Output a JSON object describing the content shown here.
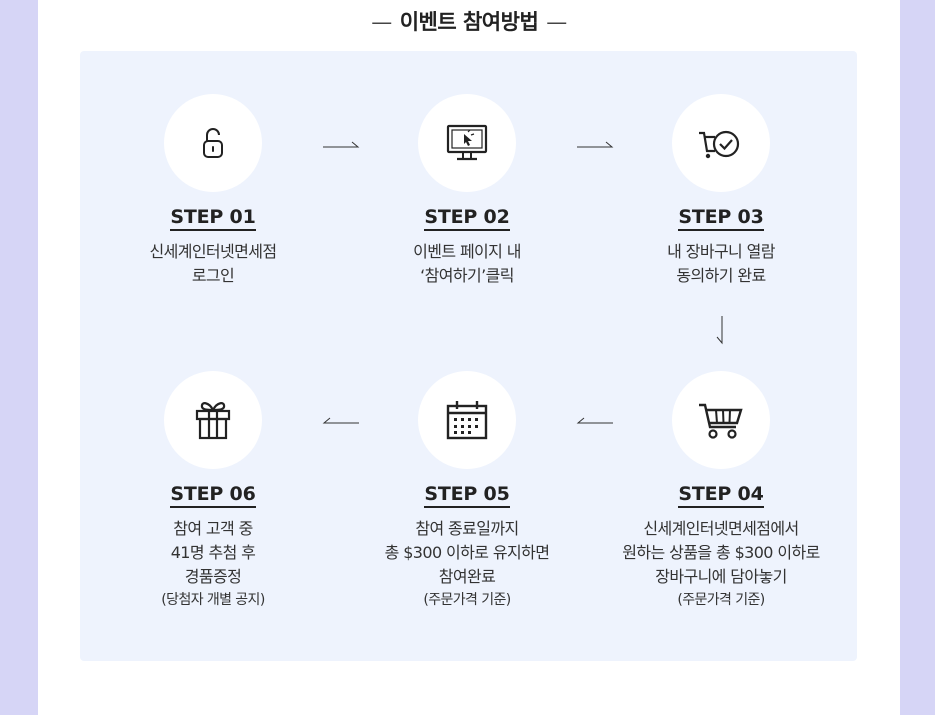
{
  "heading": {
    "dash_left": "—",
    "title": "이벤트 참여방법",
    "dash_right": "—"
  },
  "steps": [
    {
      "label": "STEP 01",
      "lines": [
        "신세계인터넷면세점",
        "로그인"
      ],
      "icon": "unlock-icon"
    },
    {
      "label": "STEP 02",
      "lines": [
        "이벤트 페이지 내",
        "‘참여하기’클릭"
      ],
      "icon": "monitor-click-icon"
    },
    {
      "label": "STEP 03",
      "lines": [
        "내 장바구니 열람",
        "동의하기 완료"
      ],
      "icon": "cart-check-icon"
    },
    {
      "label": "STEP 04",
      "lines": [
        "신세계인터넷면세점에서",
        "원하는 상품을 총 $300 이하로",
        "장바구니에 담아놓기"
      ],
      "note": "(주문가격 기준)",
      "icon": "cart-icon"
    },
    {
      "label": "STEP 05",
      "lines": [
        "참여 종료일까지",
        "총 $300 이하로 유지하면",
        "참여완료"
      ],
      "note": "(주문가격 기준)",
      "icon": "calendar-icon"
    },
    {
      "label": "STEP 06",
      "lines": [
        "참여 고객 중",
        "41명 추첨 후",
        "경품증정"
      ],
      "note": "(당첨자 개별 공지)",
      "icon": "gift-icon"
    }
  ],
  "colors": {
    "outer_bg": "#d6d5f6",
    "panel_bg": "#eef3fd",
    "text": "#222222"
  }
}
